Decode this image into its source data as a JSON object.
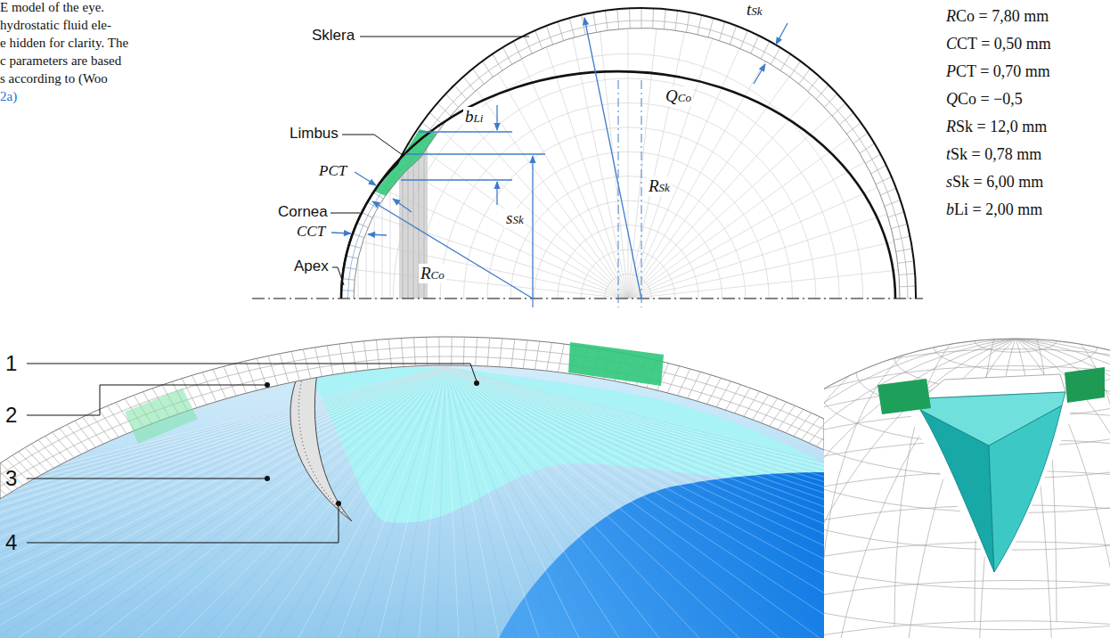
{
  "diagram": {
    "labels": [
      "E model of the eye.",
      "hydrostatic fluid ele-",
      "e hidden for clarity. The",
      "c parameters are based",
      "s according to (Woo",
      "2a)",
      "Sklera",
      "tSk",
      "QCo",
      "Limbus",
      "bLi",
      "PCT",
      "sSk",
      "RSk",
      "Cornea",
      "CCT",
      "Apex",
      "RCo",
      "RCo = 7,80 mm",
      "CCT = 0,50 mm",
      "PCT = 0,70 mm",
      "QCo = −0,5",
      "RSk = 12,0 mm",
      "tSk = 0,78 mm",
      "sSk = 6,00 mm",
      "bLi = 2,00 mm",
      "1",
      "2",
      "3",
      "4"
    ]
  }
}
